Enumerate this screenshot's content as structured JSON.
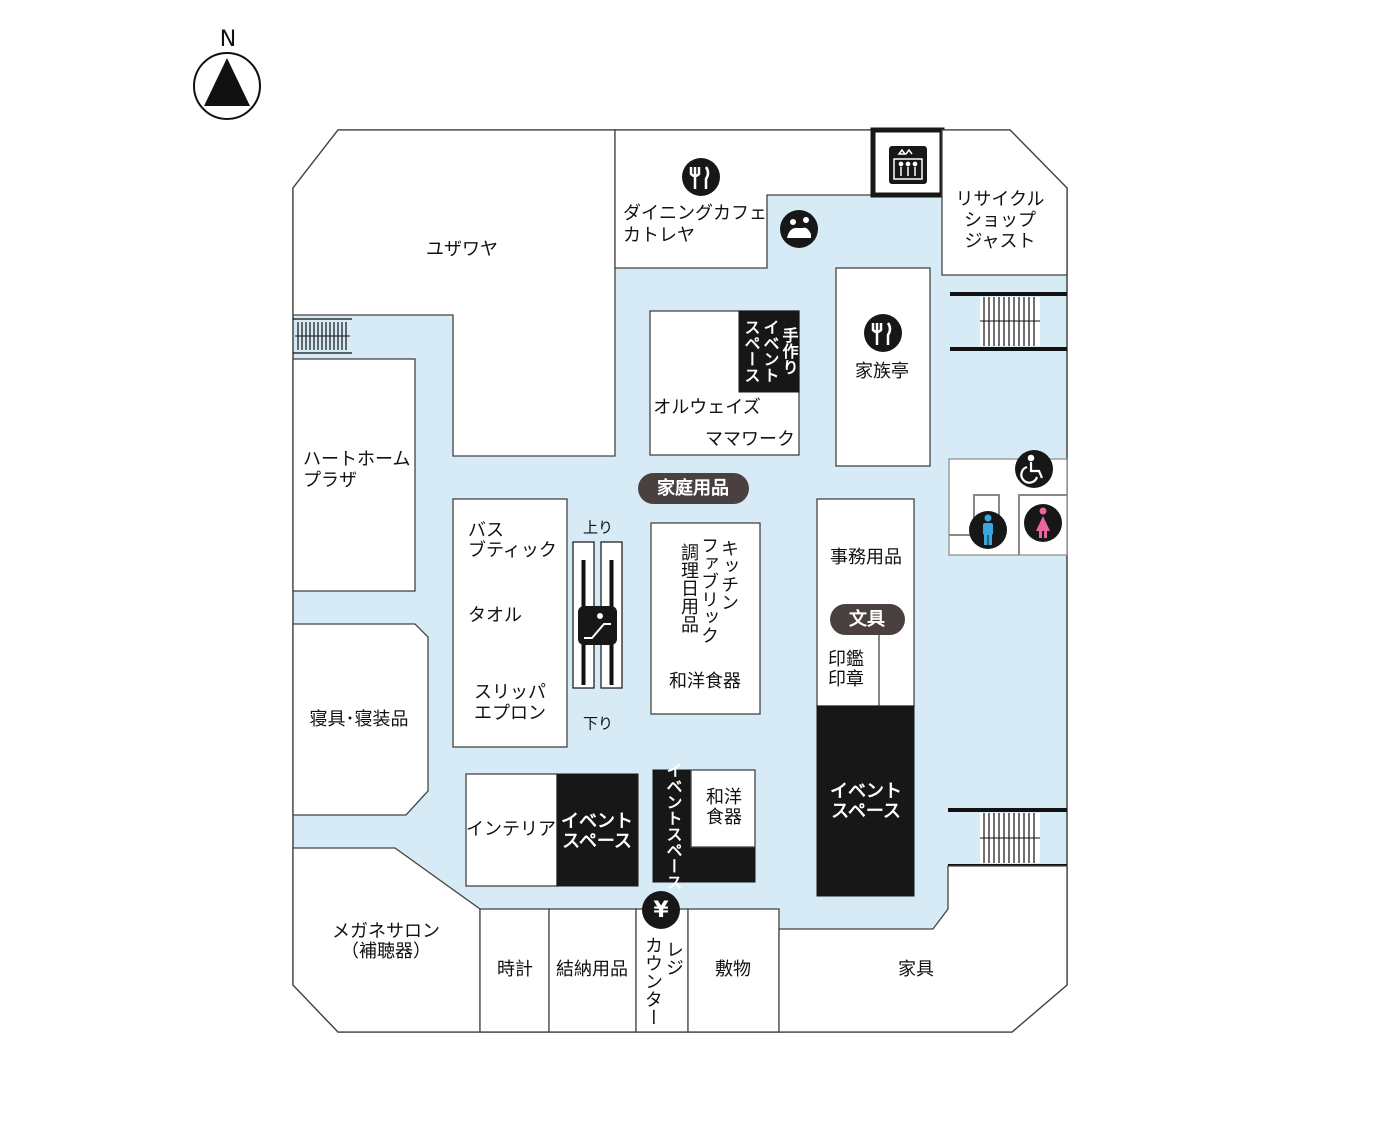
{
  "compass": {
    "label": "N"
  },
  "colors": {
    "corridor": "#d6ebf5",
    "dark": "#171717",
    "pill": "#4a4040",
    "male": "#3aa7dd",
    "female": "#e9679e"
  },
  "stores": {
    "yuzawaya": "ユザワヤ",
    "cafe": [
      "ダイニングカフェ",
      "カトレヤ"
    ],
    "recycle": [
      "リサイクル",
      "ショップ",
      "ジャスト"
    ],
    "heart_home": [
      "ハートホーム",
      "プラザ"
    ],
    "craft_event": [
      "手作り",
      "イベント",
      "スペース"
    ],
    "always": "オルウェイズ",
    "mama_work": "ママワーク",
    "kazokutei": "家族亭",
    "bath": [
      "バス",
      "ブティック"
    ],
    "towel": "タオル",
    "slipper": [
      "スリッパ",
      "エプロン"
    ],
    "up": "上り",
    "down": "下り",
    "kitchen": [
      "キッチン",
      "ファブリック",
      "調理日用品"
    ],
    "tableware": "和洋食器",
    "office": "事務用品",
    "seal": [
      "印鑑",
      "印章"
    ],
    "event_right": [
      "イベント",
      "スペース"
    ],
    "bedding": "寝具･寝装品",
    "interior": "インテリア",
    "event_interior": [
      "イベント",
      "スペース"
    ],
    "event_vertical": "イベントスペース",
    "tableware_small": [
      "和洋",
      "食器"
    ],
    "megane": [
      "メガネサロン",
      "（補聴器）"
    ],
    "watch": "時計",
    "yuino": "結納用品",
    "register": [
      "レジ",
      "カウンター"
    ],
    "shikimono": "敷物",
    "furniture": "家具"
  },
  "pills": {
    "household": "家庭用品",
    "stationery": "文具"
  },
  "icons": {
    "yen": "¥"
  }
}
